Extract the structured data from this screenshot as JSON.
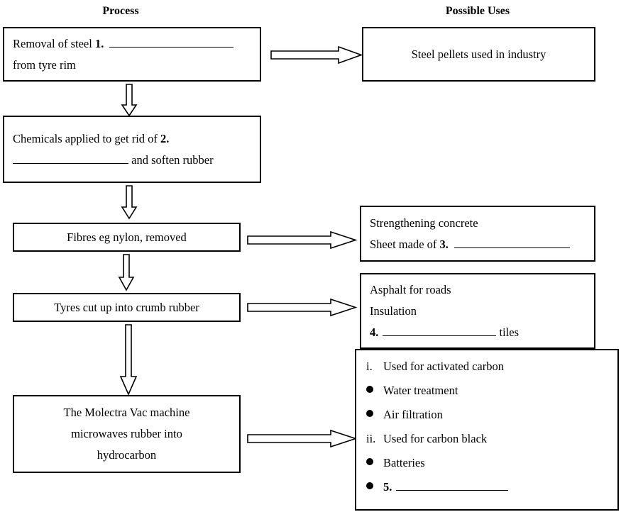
{
  "headers": {
    "left": "Process",
    "right": "Possible Uses"
  },
  "process_boxes": [
    {
      "id": "removal-of-steel",
      "lines": [
        {
          "pre": "Removal of steel ",
          "num": "1.",
          "blank": true,
          "post": ""
        },
        {
          "pre": "from tyre rim",
          "num": "",
          "blank": false,
          "post": ""
        }
      ]
    },
    {
      "id": "chemicals-applied",
      "lines": [
        {
          "pre": "Chemicals applied to get rid of ",
          "num": "2.",
          "blank": false,
          "post": ""
        },
        {
          "pre": "",
          "num": "",
          "blank": true,
          "post": " and soften rubber"
        }
      ]
    },
    {
      "id": "fibres-removed",
      "lines": [
        {
          "pre": "Fibres eg nylon, removed",
          "num": "",
          "blank": false,
          "post": ""
        }
      ]
    },
    {
      "id": "tyres-cut-up",
      "lines": [
        {
          "pre": "Tyres cut up into crumb rubber",
          "num": "",
          "blank": false,
          "post": ""
        }
      ]
    },
    {
      "id": "molectra-vac",
      "lines": [
        {
          "pre": "The Molectra Vac machine",
          "num": "",
          "blank": false,
          "post": ""
        },
        {
          "pre": "microwaves rubber into",
          "num": "",
          "blank": false,
          "post": ""
        },
        {
          "pre": "hydrocarbon",
          "num": "",
          "blank": false,
          "post": ""
        }
      ]
    }
  ],
  "use_boxes": [
    {
      "id": "steel-pellets",
      "lines": [
        {
          "pre": "Steel pellets used in industry",
          "num": "",
          "blank": false,
          "post": ""
        }
      ]
    },
    {
      "id": "concrete-sheet",
      "lines": [
        {
          "pre": "Strengthening concrete",
          "num": "",
          "blank": false,
          "post": ""
        },
        {
          "pre": "Sheet made of ",
          "num": "3.",
          "blank": true,
          "post": ""
        }
      ]
    },
    {
      "id": "asphalt-insulation-tiles",
      "lines": [
        {
          "pre": "Asphalt for roads",
          "num": "",
          "blank": false,
          "post": ""
        },
        {
          "pre": "Insulation",
          "num": "",
          "blank": false,
          "post": ""
        },
        {
          "pre": "",
          "num": "4.",
          "blank": true,
          "post": " tiles"
        }
      ]
    }
  ],
  "carbon_list": {
    "id": "carbon-uses-list",
    "items": [
      {
        "marker": "i.",
        "marker_type": "roman",
        "text": "Used for activated carbon",
        "num": "",
        "blank": false
      },
      {
        "marker": "●",
        "marker_type": "bullet",
        "text": "Water treatment",
        "num": "",
        "blank": false
      },
      {
        "marker": "●",
        "marker_type": "bullet",
        "text": "Air filtration",
        "num": "",
        "blank": false
      },
      {
        "marker": "ii.",
        "marker_type": "roman",
        "text": "Used for carbon black",
        "num": "",
        "blank": false
      },
      {
        "marker": "●",
        "marker_type": "bullet",
        "text": "Batteries",
        "num": "",
        "blank": false
      },
      {
        "marker": "●",
        "marker_type": "bullet",
        "text": "",
        "num": "5.",
        "blank": true
      }
    ]
  },
  "colors": {
    "stroke": "#000000",
    "fill": "#ffffff",
    "text": "#000000"
  },
  "blank_widths": {
    "q1": 175,
    "q2": 163,
    "q3": 163,
    "q4": 160,
    "q5": 158
  }
}
